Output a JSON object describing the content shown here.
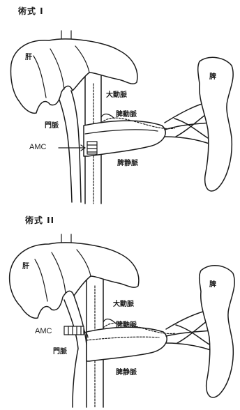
{
  "colors": {
    "ink": "#1a1a1a",
    "paper": "#ffffff"
  },
  "procedure1": {
    "title": "術式 I",
    "labels": {
      "liver": "肝",
      "portal_vein": "門脈",
      "amc": "AMC",
      "aorta": "大動脈",
      "splenic_artery": "脾動脈",
      "splenic_vein": "脾静脈",
      "spleen": "脾"
    }
  },
  "procedure2": {
    "title": "術式 II",
    "labels": {
      "liver": "肝",
      "amc": "AMC",
      "portal_vein": "門脈",
      "aorta": "大動脈",
      "splenic_artery": "脾動脈",
      "splenic_vein": "脾静脈",
      "spleen": "脾"
    }
  }
}
